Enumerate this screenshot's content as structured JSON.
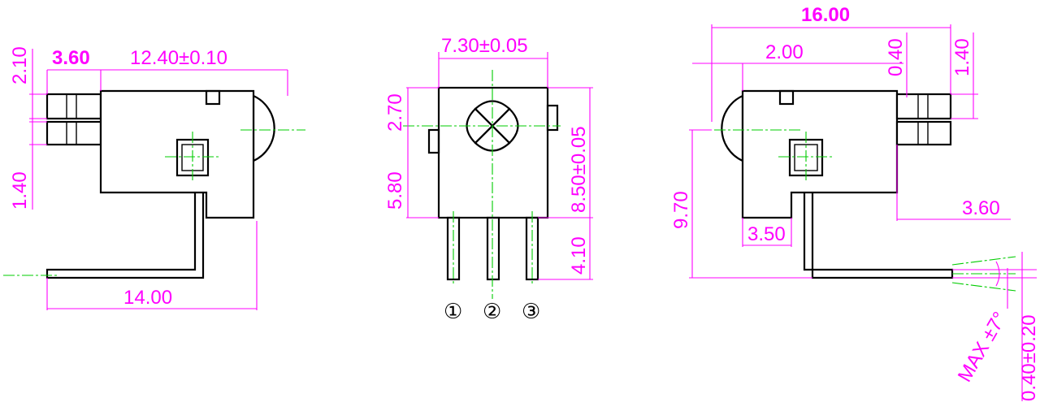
{
  "colors": {
    "dimension": "#ff00ff",
    "centerline": "#00cc00",
    "outline": "#000000"
  },
  "left_view": {
    "d_2_10": "2.10",
    "d_3_60": "3.60",
    "d_12_40": "12.40±0.10",
    "d_1_40": "1.40",
    "d_14_00": "14.00"
  },
  "front_view": {
    "d_7_30": "7.30±0.05",
    "d_2_70": "2.70",
    "d_5_80": "5.80",
    "d_8_50": "8.50±0.05",
    "d_4_10": "4.10",
    "pins": [
      "①",
      "②",
      "③"
    ]
  },
  "right_view": {
    "d_16_00": "16.00",
    "d_2_00": "2.00",
    "d_0_40": "0.40",
    "d_1_40": "1.40",
    "d_9_70": "9.70",
    "d_3_60": "3.60",
    "d_3_50": "3.50",
    "d_angle": "MAX ±7°",
    "d_0_40_tol": "0.40±0.20"
  }
}
